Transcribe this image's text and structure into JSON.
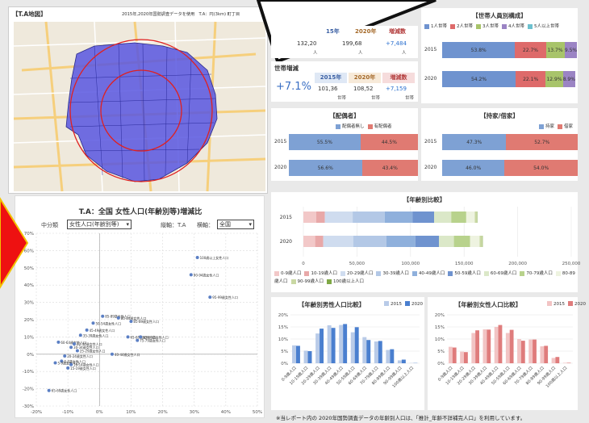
{
  "map_panel": {
    "title": "【T.A地図】",
    "subtitle": "2015年,2020年国勢調査データを使用　T.A：円(3km) 町丁目",
    "map_icon": "map-area-icon"
  },
  "households_top": {
    "labels": {
      "y2015": "15年",
      "y2020": "2020年",
      "change": "増減数"
    },
    "values": {
      "v2015": "132,20",
      "v2020": "199,68",
      "change": "+7,484"
    },
    "units": {
      "u1": "人",
      "u2": "人",
      "u3": "人"
    }
  },
  "household_change": {
    "title": "世帯増減",
    "pct": "+7.1%",
    "labels": {
      "y2015": "2015年",
      "y2020": "2020年",
      "change": "増減数"
    },
    "values": {
      "v2015": "101,36",
      "v2020": "108,52",
      "change": "+7,159"
    },
    "units": {
      "u1": "世帯",
      "u2": "世帯",
      "u3": "世帯"
    }
  },
  "household_size": {
    "title": "【世帯人員別構成】",
    "legend": [
      "1人世帯",
      "2人世帯",
      "3人世帯",
      "4人世帯",
      "5人以上世帯"
    ],
    "colors": [
      "#6f93cf",
      "#de6a6a",
      "#a8c46a",
      "#9b84c4",
      "#6dc1cf"
    ],
    "rows": [
      {
        "year": "2015",
        "values": [
          53.8,
          22.7,
          13.7,
          9.5
        ],
        "labels": [
          "53.8%",
          "22.7%",
          "13.7%",
          "9.5%"
        ]
      },
      {
        "year": "2020",
        "values": [
          54.2,
          22.1,
          12.9,
          8.9
        ],
        "labels": [
          "54.2%",
          "22.1%",
          "12.9%",
          "8.9%"
        ]
      }
    ]
  },
  "spouse": {
    "title": "【配偶者】",
    "legend": [
      "配偶者無し",
      "有配偶者"
    ],
    "colors": [
      "#7ea1d4",
      "#e07a72"
    ],
    "rows": [
      {
        "year": "2015",
        "values": [
          55.5,
          44.5
        ],
        "labels": [
          "55.5%",
          "44.5%"
        ]
      },
      {
        "year": "2020",
        "values": [
          56.6,
          43.4
        ],
        "labels": [
          "56.6%",
          "43.4%"
        ]
      }
    ]
  },
  "housing": {
    "title": "【持家/借家】",
    "legend": [
      "持家",
      "借家"
    ],
    "colors": [
      "#7ea1d4",
      "#e07a72"
    ],
    "rows": [
      {
        "year": "2015",
        "values": [
          47.3,
          52.7
        ],
        "labels": [
          "47.3%",
          "52.7%"
        ]
      },
      {
        "year": "2020",
        "values": [
          46.0,
          54.0
        ],
        "labels": [
          "46.0%",
          "54.0%"
        ]
      }
    ]
  },
  "age_compare": {
    "title": "【年齢別比較】",
    "years": [
      "2015",
      "2020"
    ],
    "xticks": [
      "0",
      "50,000",
      "100,000",
      "150,000",
      "200,000",
      "250,000"
    ],
    "legend": [
      "0-9歳人口",
      "10-19歳人口",
      "20-29歳人口",
      "30-39歳人口",
      "40-49歳人口",
      "50-59歳人口",
      "60-69歳人口",
      "70-79歳人口",
      "80-89歳人口",
      "90-99歳人口",
      "100歳以上人口"
    ],
    "colors": [
      "#f2c8c8",
      "#e8a8a8",
      "#cfdcef",
      "#b3c8e6",
      "#8fb0dc",
      "#6f93cf",
      "#dbe8c8",
      "#b8d28c",
      "#eef3e0",
      "#c9d8a3",
      "#7fa846"
    ],
    "rows": [
      {
        "year": "2015",
        "values": [
          12000,
          8000,
          26000,
          30000,
          26000,
          20000,
          16000,
          14000,
          8000,
          2000,
          300
        ]
      },
      {
        "year": "2020",
        "values": [
          11000,
          7500,
          28000,
          31000,
          27000,
          22000,
          14000,
          15000,
          9000,
          2500,
          400
        ]
      }
    ]
  },
  "female_scatter": {
    "title": "T.A：全国 女性人口(年齢別等)増減比",
    "controls": {
      "category_label": "中分類",
      "category_value": "女性人口(年齢別等)",
      "vertical_label": "縦軸：T.A",
      "horizontal_label": "横軸：",
      "horizontal_value": "全国"
    },
    "chart_data": {
      "type": "scatter",
      "xlim": [
        -20,
        50
      ],
      "ylim": [
        -30,
        70
      ],
      "xticks": [
        "-20%",
        "-10%",
        "0%",
        "10%",
        "20%",
        "30%",
        "40%",
        "50%"
      ],
      "yticks": [
        "70%",
        "60%",
        "50%",
        "40%",
        "30%",
        "20%",
        "10%",
        "0%",
        "-10%",
        "-20%",
        "-30%"
      ],
      "points": [
        {
          "x": 31,
          "y": 56,
          "label": "100歳以上女性人口"
        },
        {
          "x": 29,
          "y": 46,
          "label": "90-94歳女性人口"
        },
        {
          "x": 35,
          "y": 33,
          "label": "95-99歳女性人口"
        },
        {
          "x": 1,
          "y": 22,
          "label": "85-89歳女性人口"
        },
        {
          "x": 6,
          "y": 21,
          "label": "80-84歳女性人口"
        },
        {
          "x": 10,
          "y": 19,
          "label": "85-89歳女性人口"
        },
        {
          "x": -2,
          "y": 18,
          "label": "50-54歳女性人口"
        },
        {
          "x": -4,
          "y": 14,
          "label": "45-49歳女性人口"
        },
        {
          "x": -6,
          "y": 11,
          "label": "35-39歳女性人口"
        },
        {
          "x": 9,
          "y": 10,
          "label": "65-69歳女性人口"
        },
        {
          "x": 13,
          "y": 10,
          "label": "65-69歳女性人口"
        },
        {
          "x": 12,
          "y": 8,
          "label": "75-79歳女性人口"
        },
        {
          "x": -13,
          "y": 7,
          "label": "60-64歳女性人口"
        },
        {
          "x": -8,
          "y": 6,
          "label": "40-44歳女性人口"
        },
        {
          "x": -9,
          "y": 4,
          "label": "30-34歳女性人口"
        },
        {
          "x": -7,
          "y": 2,
          "label": "25-29歳女性人口"
        },
        {
          "x": 4,
          "y": 0,
          "label": "40-44歳女性人口"
        },
        {
          "x": -11,
          "y": -1,
          "label": "20-24歳女性人口"
        },
        {
          "x": -12,
          "y": -4,
          "label": "0-4歳女性人口"
        },
        {
          "x": -14,
          "y": -5,
          "label": "5-9歳女性人口"
        },
        {
          "x": -9,
          "y": -6,
          "label": "10-14歳女性人口"
        },
        {
          "x": -10,
          "y": -8,
          "label": "15-19歳女性人口"
        },
        {
          "x": -16,
          "y": -21,
          "label": "65-69歳女性人口"
        }
      ]
    }
  },
  "male_age": {
    "title": "【年齢別男性人口比較】",
    "legend": [
      "2015",
      "2020"
    ],
    "colors": [
      "#b9cbe8",
      "#4a7fcf"
    ],
    "yticks": [
      "20%",
      "15%",
      "10%",
      "5%",
      "0%"
    ],
    "categories": [
      "0-9歳人口",
      "10-19歳人口",
      "20-29歳人口",
      "30-39歳人口",
      "40-49歳人口",
      "50-59歳人口",
      "60-69歳人口",
      "70-79歳人口",
      "80-89歳人口",
      "90-99歳人口",
      "100歳以上人口"
    ],
    "series": [
      {
        "name": "2015",
        "values": [
          7.4,
          5.2,
          12.3,
          15.7,
          15.8,
          12.8,
          10.8,
          9.0,
          5.5,
          1.2,
          0.1
        ]
      },
      {
        "name": "2020",
        "values": [
          7.2,
          5.0,
          14.3,
          14.6,
          16.2,
          14.9,
          9.6,
          9.2,
          5.8,
          1.5,
          0.1
        ]
      }
    ]
  },
  "female_age": {
    "title": "【年齢別女性人口比較】",
    "legend": [
      "2015",
      "2020"
    ],
    "colors": [
      "#f2c4c4",
      "#df7c7c"
    ],
    "yticks": [
      "20%",
      "15%",
      "10%",
      "5%",
      "0%"
    ],
    "categories": [
      "0-9歳人口",
      "10-19歳人口",
      "20-29歳人口",
      "30-39歳人口",
      "40-49歳人口",
      "50-59歳人口",
      "60-69歳人口",
      "70-79歳人口",
      "80-89歳人口",
      "90-99歳人口",
      "100歳以上人口"
    ],
    "series": [
      {
        "name": "2015",
        "values": [
          6.8,
          4.8,
          12.5,
          14.0,
          15.0,
          12.5,
          10.0,
          9.8,
          7.0,
          2.2,
          0.2
        ]
      },
      {
        "name": "2020",
        "values": [
          6.5,
          4.6,
          13.6,
          13.9,
          15.8,
          13.8,
          9.3,
          9.8,
          7.2,
          2.6,
          0.2
        ]
      }
    ]
  },
  "footnote": "※当レポート内の 2020年国勢調査データの年齢別人口は、「推計_年齢不詳補完人口」を利用しています。"
}
